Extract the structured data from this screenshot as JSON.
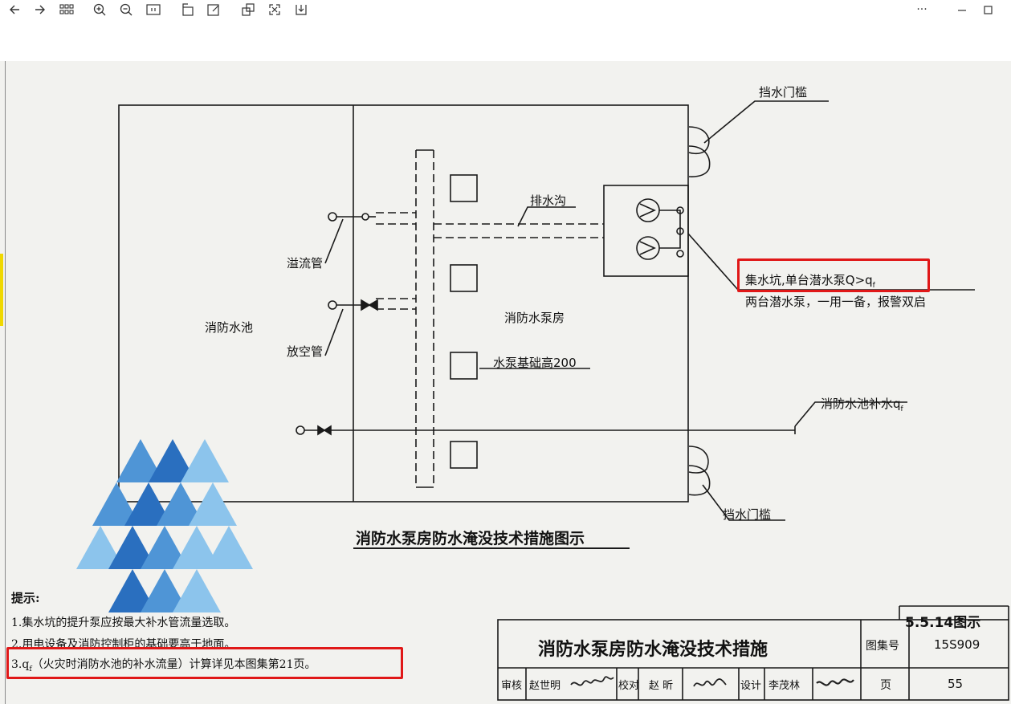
{
  "toolbar": {
    "more_label": "···",
    "icons": [
      "back-icon",
      "forward-icon",
      "thumbnails-icon",
      "zoom-in-icon",
      "zoom-out-icon",
      "fit-page-icon",
      "rotate-icon",
      "edit-icon",
      "crop-icon",
      "fullscreen-icon",
      "download-icon"
    ],
    "window_buttons": [
      "minimize-icon",
      "maximize-icon"
    ]
  },
  "drawing": {
    "threshold_top": "挡水门槛",
    "threshold_bottom": "挡水门槛",
    "drain_trench": "排水沟",
    "sump_line1": "集水坑,单台潜水泵Q>q",
    "sump_line1_sub": "f",
    "sump_line2": "两台潜水泵，一用一备，报警双启",
    "overflow_pipe": "溢流管",
    "drain_pipe": "放空管",
    "fire_pool": "消防水池",
    "pump_room": "消防水泵房",
    "pump_base": "水泵基础高200",
    "makeup_label": "消防水池补水q",
    "makeup_sub": "f",
    "diagram_title": "消防水泵房防水淹没技术措施图示"
  },
  "notes": {
    "heading": "提示:",
    "n1": "1.集水坑的提升泵应按最大补水管流量选取。",
    "n2": "2.用电设备及消防控制柜的基础要高于地面。",
    "n3_prefix": "3.q",
    "n3_sub": "f",
    "n3_rest": "（火灾时消防水池的补水流量）计算详见本图集第21页。"
  },
  "title_block": {
    "figure_no": "5.5.14图示",
    "title": "消防水泵房防水淹没技术措施",
    "atlas_label": "图集号",
    "atlas_no": "15S909",
    "review_label": "审核",
    "reviewer": "赵世明",
    "check_label": "校对",
    "checker": "赵 昕",
    "design_label": "设计",
    "designer": "李茂林",
    "page_label": "页",
    "page_no": "55"
  },
  "colors": {
    "highlight": "#e01818",
    "logo_dark": "#2a6fbf",
    "logo_mid": "#4f95d6",
    "logo_light": "#8cc4ec"
  }
}
